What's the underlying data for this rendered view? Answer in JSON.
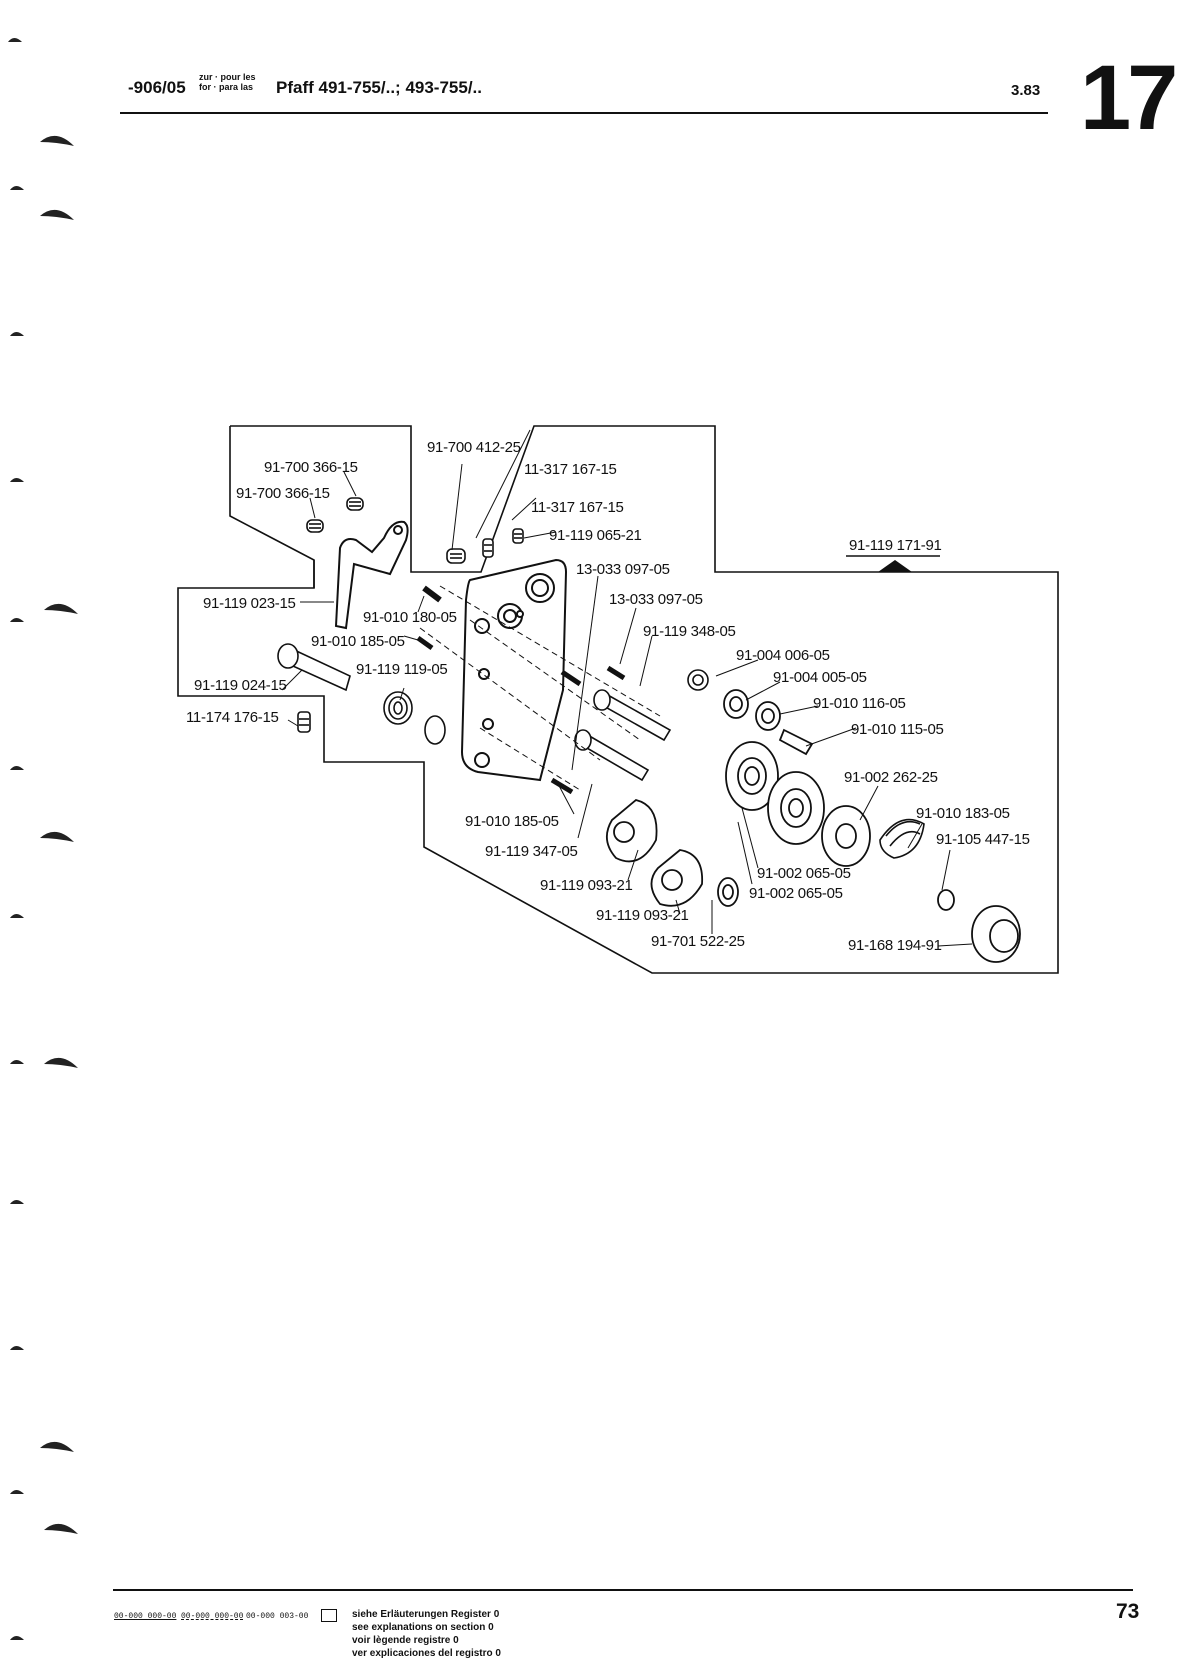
{
  "header": {
    "code": "-906/05",
    "zur": "zur · pour les",
    "for": "for · para las",
    "model": "Pfaff 491-755/..; 493-755/..",
    "date": "3.83",
    "section": "17"
  },
  "parts": [
    "91-700 412-25",
    "11-317 167-15",
    "11-317 167-15",
    "91-119 065-21",
    "91-700 366-15",
    "91-700 366-15",
    "13-033 097-05",
    "13-033 097-05",
    "91-119 023-15",
    "91-010 180-05",
    "91-010 185-05",
    "91-119 348-05",
    "91-119 024-15",
    "91-119 119-05",
    "11-174 176-15",
    "91-004 006-05",
    "91-004 005-05",
    "91-010 116-05",
    "91-010 115-05",
    "91-119 171-91",
    "91-002 262-25",
    "91-010 185-05",
    "91-119 347-05",
    "91-010 183-05",
    "91-105 447-15",
    "91-119 093-21",
    "91-002 065-05",
    "91-002 065-05",
    "91-119 093-21",
    "91-701 522-25",
    "91-168 194-91"
  ],
  "footer": {
    "code1": "00-000 000-00",
    "code2": "00-000 000-00",
    "code3": "00-000 003-00",
    "line1": "siehe Erläuterungen Register 0",
    "line2": "see explanations on section 0",
    "line3": "voir lègende registre 0",
    "line4": "ver explicaciones del registro 0",
    "page": "73"
  }
}
